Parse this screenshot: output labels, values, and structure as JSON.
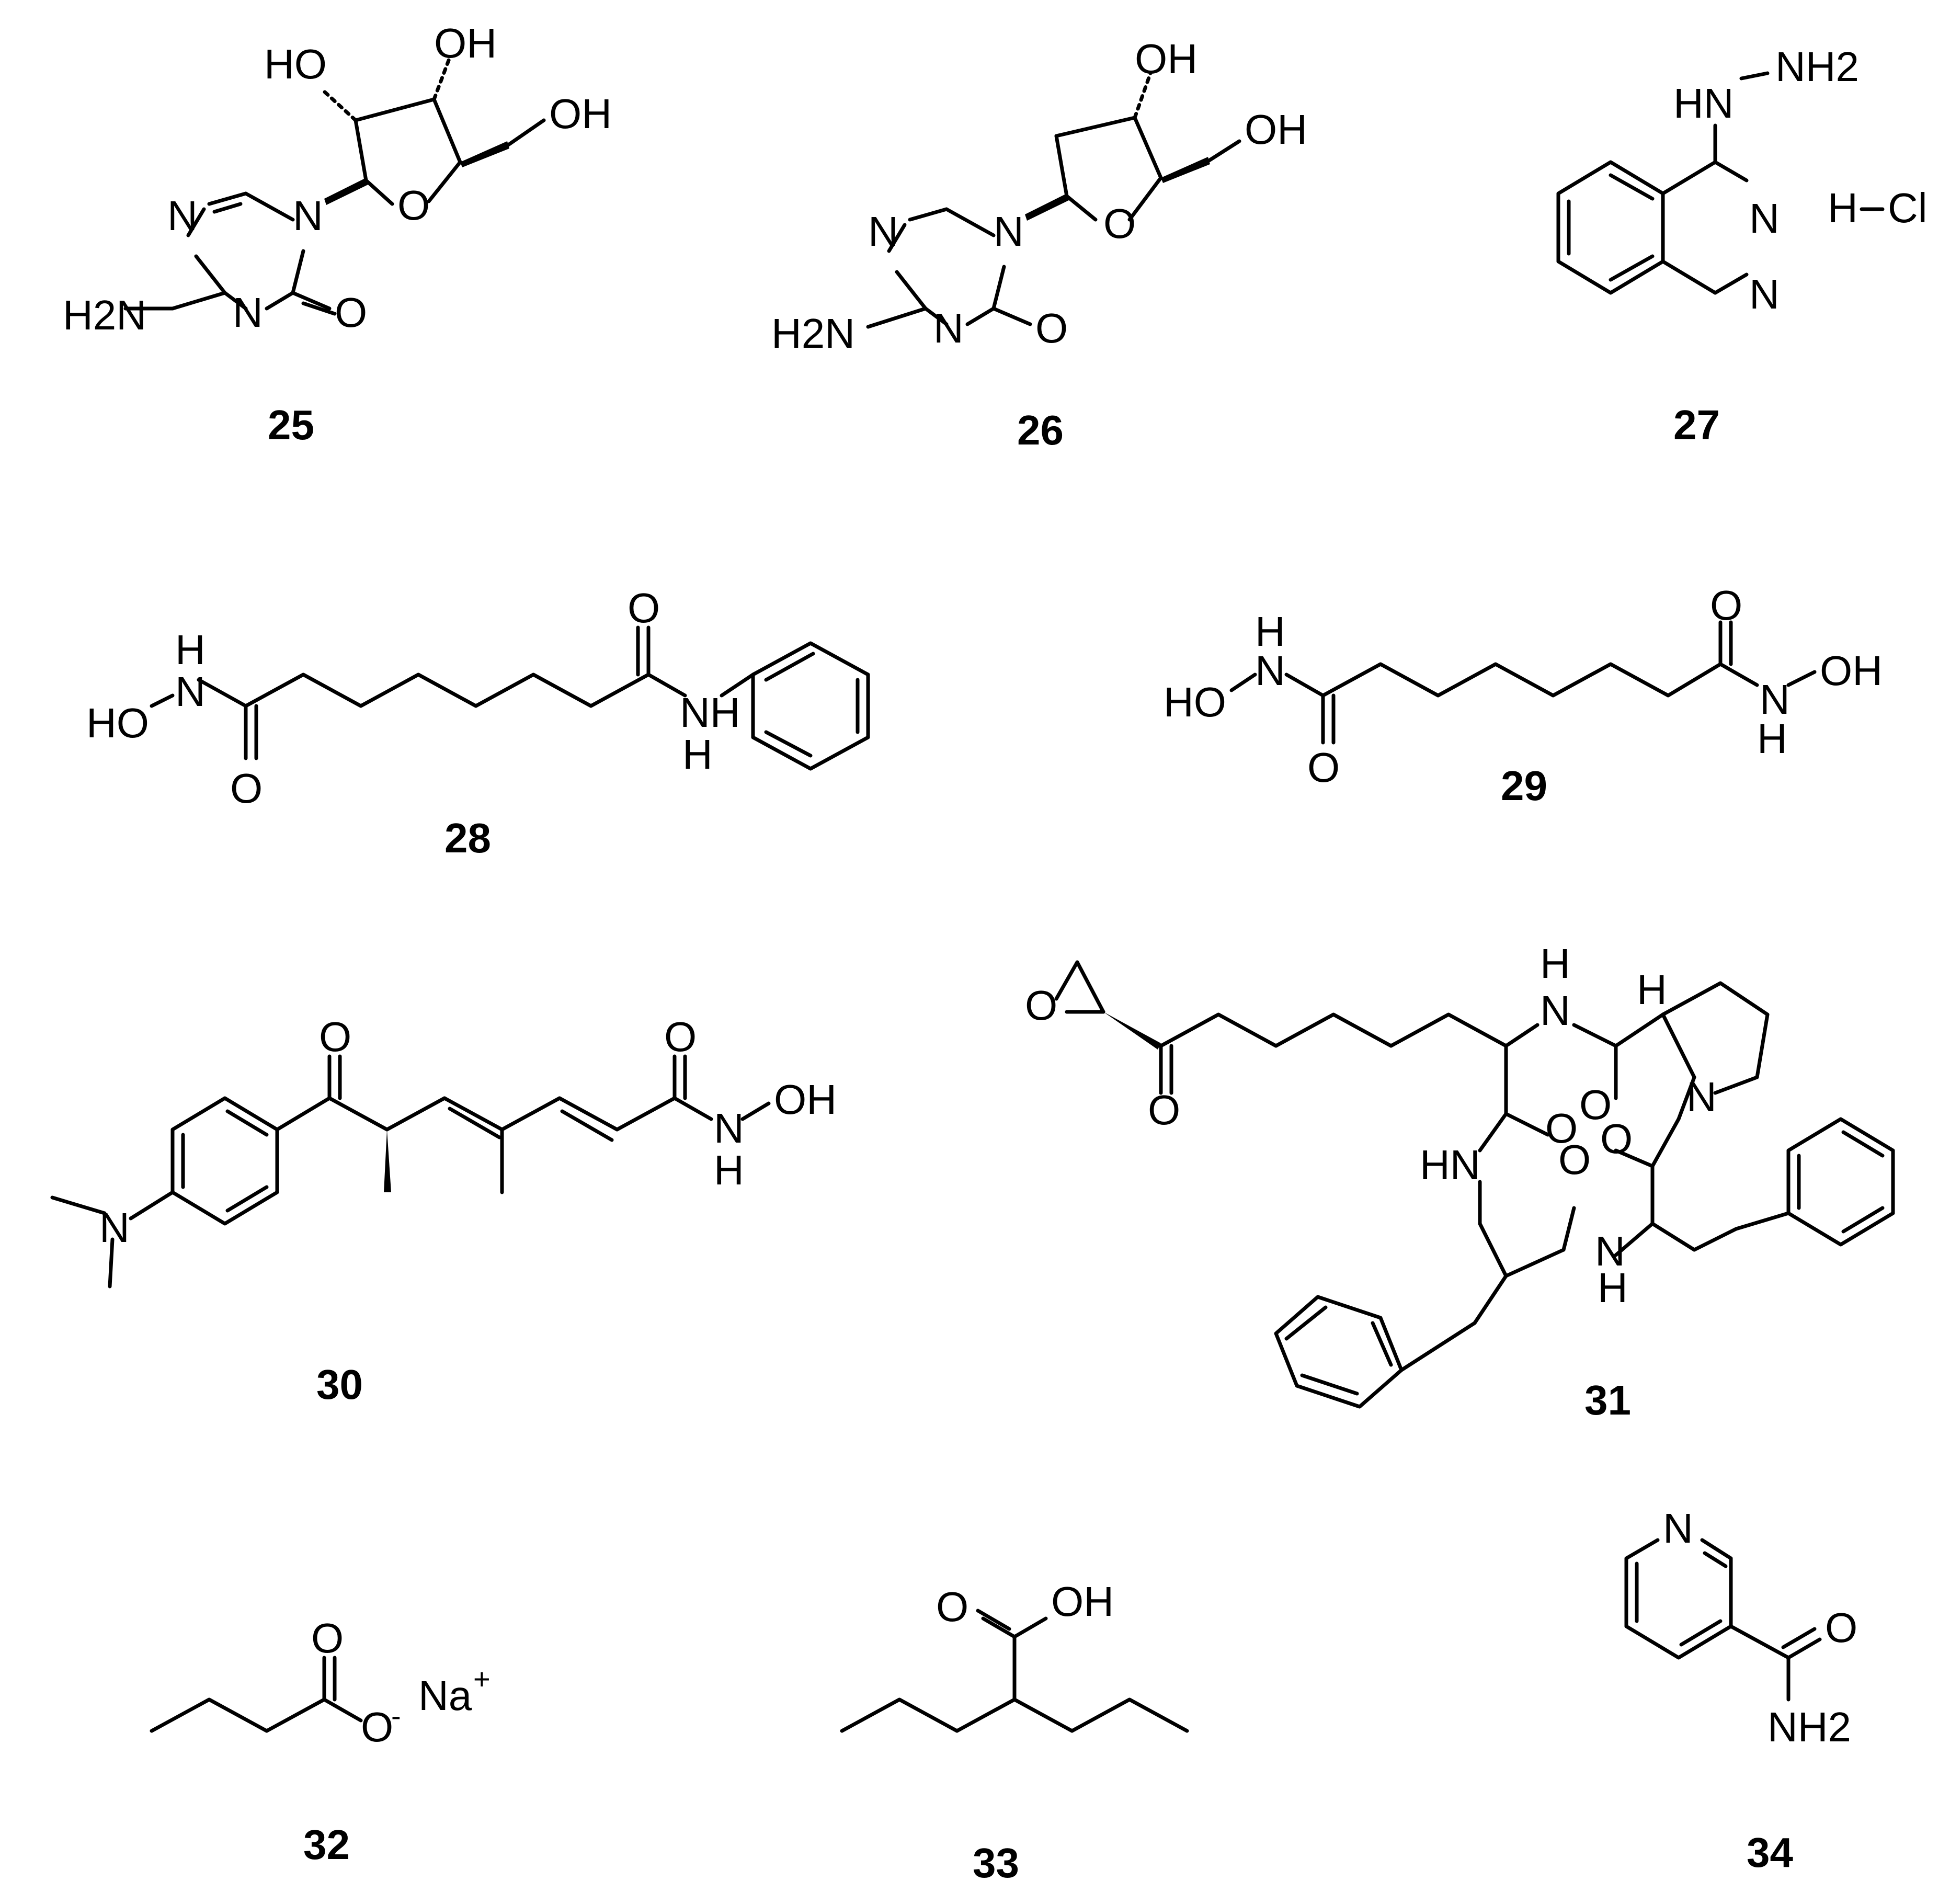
{
  "figure": {
    "compounds": [
      {
        "id": "25",
        "labels": [
          "HO",
          "OH",
          "OH",
          "N",
          "N",
          "O",
          "N",
          "O",
          "H2N"
        ]
      },
      {
        "id": "26",
        "labels": [
          "OH",
          "OH",
          "N",
          "N",
          "O",
          "N",
          "O",
          "H2N"
        ]
      },
      {
        "id": "27",
        "labels": [
          "HN",
          "NH2",
          "N",
          "N",
          "H",
          "Cl"
        ]
      },
      {
        "id": "28",
        "labels": [
          "H",
          "N",
          "HO",
          "O",
          "O",
          "NH",
          "H"
        ]
      },
      {
        "id": "29",
        "labels": [
          "H",
          "N",
          "HO",
          "O",
          "O",
          "N",
          "OH",
          "H"
        ]
      },
      {
        "id": "30",
        "labels": [
          "O",
          "O",
          "N",
          "OH",
          "H",
          "N"
        ]
      },
      {
        "id": "31",
        "labels": [
          "O",
          "O",
          "H",
          "N",
          "H",
          "O",
          "N",
          "O",
          "O",
          "HN",
          "O",
          "N",
          "H"
        ]
      },
      {
        "id": "32",
        "labels": [
          "O",
          "O",
          "-",
          "Na",
          "+"
        ]
      },
      {
        "id": "33",
        "labels": [
          "O",
          "OH"
        ]
      },
      {
        "id": "34",
        "labels": [
          "N",
          "O",
          "NH2"
        ]
      }
    ]
  }
}
